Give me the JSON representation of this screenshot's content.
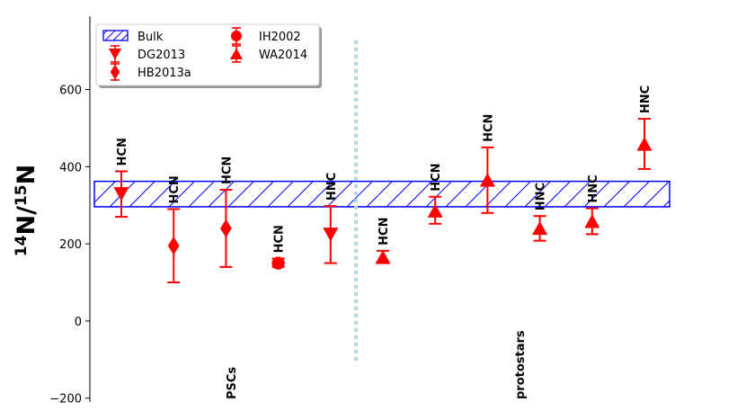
{
  "chart_data": {
    "type": "scatter",
    "ylabel": {
      "base": "N/",
      "sup1": "14",
      "sup2": "15",
      "tail": "N"
    },
    "ylim": [
      -210,
      790
    ],
    "xlim": [
      0,
      12
    ],
    "yticks": [
      -200,
      0,
      200,
      400,
      600
    ],
    "grid": false,
    "legend_position": "top-left",
    "colors": {
      "data": "#ff0000",
      "bulk": "#0000ff",
      "divider": "#add8e6"
    },
    "bulk_band": {
      "name": "Bulk",
      "y_min": 296,
      "y_max": 362
    },
    "divider_x": 5.5,
    "groups": [
      {
        "label": "PSCs",
        "x": 2.7
      },
      {
        "label": "protostars",
        "x": 8.6
      }
    ],
    "legend": [
      {
        "name": "Bulk",
        "marker": "hatch"
      },
      {
        "name": "IH2002",
        "marker": "circle"
      },
      {
        "name": "DG2013",
        "marker": "triangle-down"
      },
      {
        "name": "WA2014",
        "marker": "triangle-up"
      },
      {
        "name": "HB2013a",
        "marker": "diamond"
      }
    ],
    "points": [
      {
        "x": 1,
        "y": 330,
        "yerr_low": 270,
        "yerr_high": 388,
        "marker": "triangle-down",
        "label": "HCN"
      },
      {
        "x": 2,
        "y": 195,
        "yerr_low": 100,
        "yerr_high": 290,
        "marker": "diamond",
        "label": "HCN"
      },
      {
        "x": 3,
        "y": 240,
        "yerr_low": 140,
        "yerr_high": 340,
        "marker": "diamond",
        "label": "HCN"
      },
      {
        "x": 4,
        "y": 150,
        "yerr_low": 140,
        "yerr_high": 162,
        "marker": "circle",
        "label": "HCN"
      },
      {
        "x": 5,
        "y": 225,
        "yerr_low": 150,
        "yerr_high": 298,
        "marker": "triangle-down",
        "label": "HNC"
      },
      {
        "x": 6,
        "y": 165,
        "yerr_low": 150,
        "yerr_high": 182,
        "marker": "triangle-up",
        "label": "HCN"
      },
      {
        "x": 7,
        "y": 285,
        "yerr_low": 252,
        "yerr_high": 322,
        "marker": "triangle-up",
        "label": "HCN"
      },
      {
        "x": 8,
        "y": 365,
        "yerr_low": 280,
        "yerr_high": 450,
        "marker": "triangle-up",
        "label": "HCN"
      },
      {
        "x": 9,
        "y": 240,
        "yerr_low": 208,
        "yerr_high": 272,
        "marker": "triangle-up",
        "label": "HNC"
      },
      {
        "x": 10,
        "y": 258,
        "yerr_low": 225,
        "yerr_high": 292,
        "marker": "triangle-up",
        "label": "HNC"
      },
      {
        "x": 11,
        "y": 458,
        "yerr_low": 394,
        "yerr_high": 524,
        "marker": "triangle-up",
        "label": "HNC"
      }
    ]
  }
}
